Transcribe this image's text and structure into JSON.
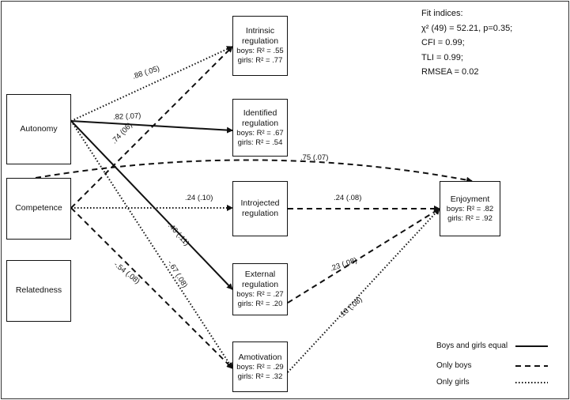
{
  "fit": {
    "title": "Fit indices:",
    "chi": "χ² (49) = 52.21, p=0.35;",
    "cfi": "CFI = 0.99;",
    "tli": "TLI = 0.99;",
    "rmsea": "RMSEA = 0.02"
  },
  "nodes": {
    "autonomy": "Autonomy",
    "competence": "Competence",
    "relatedness": "Relatedness",
    "intrinsic": {
      "title1": "Intrinsic",
      "title2": "regulation",
      "boys": "boys: R² = .55",
      "girls": "girls: R² = .77"
    },
    "identified": {
      "title1": "Identified",
      "title2": "regulation",
      "boys": "boys: R² = .67",
      "girls": "girls: R² = .54"
    },
    "introjected": {
      "title1": "Introjected",
      "title2": "regulation"
    },
    "external": {
      "title1": "External",
      "title2": "regulation",
      "boys": "boys: R² = .27",
      "girls": "girls: R² = .20"
    },
    "amotivation": {
      "title1": "Amotivation",
      "boys": "boys: R² = .29",
      "girls": "girls: R² = .32"
    },
    "enjoyment": {
      "title1": "Enjoyment",
      "boys": "boys: R² = .82",
      "girls": "girls: R² = .92"
    }
  },
  "paths": [
    {
      "from": "autonomy",
      "to": "intrinsic",
      "style": "dotted",
      "label": ".88 (.05)"
    },
    {
      "from": "autonomy",
      "to": "identified",
      "style": "solid",
      "label": ".82 (.07)"
    },
    {
      "from": "autonomy",
      "to": "external",
      "style": "solid",
      "label": "-.46 (.11)"
    },
    {
      "from": "autonomy",
      "to": "amotivation",
      "style": "dotted",
      "label": "-.67 (.08)"
    },
    {
      "from": "competence",
      "to": "intrinsic",
      "style": "dashed",
      "label": ".74 (06)"
    },
    {
      "from": "competence",
      "to": "introjected",
      "style": "dotted",
      "label": ".24 (.10)"
    },
    {
      "from": "competence",
      "to": "amotivation",
      "style": "dashed",
      "label": "-.54 (.08)"
    },
    {
      "from": "competence",
      "to": "enjoyment",
      "style": "dashed",
      "label": ".75 (.07)"
    },
    {
      "from": "introjected",
      "to": "enjoyment",
      "style": "dashed",
      "label": ".24 (.08)"
    },
    {
      "from": "external",
      "to": "enjoyment",
      "style": "dashed",
      "label": ".23 (.08)"
    },
    {
      "from": "amotivation",
      "to": "enjoyment",
      "style": "dotted",
      "label": ".16 (.08)"
    }
  ],
  "legend": [
    {
      "label": "Boys and girls equal",
      "style": "solid"
    },
    {
      "label": "Only boys",
      "style": "dashed"
    },
    {
      "label": "Only girls",
      "style": "dotted"
    }
  ]
}
